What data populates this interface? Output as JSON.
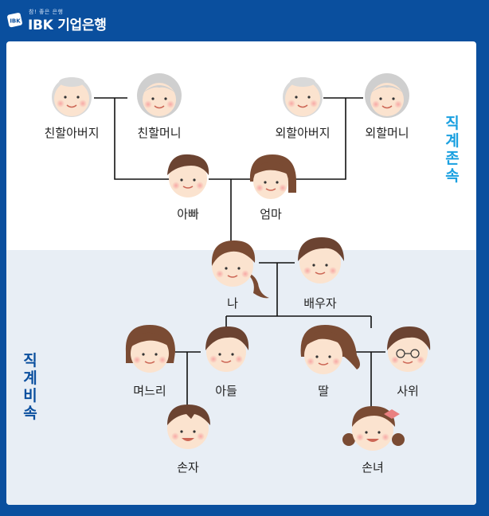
{
  "header": {
    "logo_small": "참! 좋은 은행",
    "logo_brand": "IBK",
    "logo_name": "기업은행",
    "logo_mark_text": "IBK"
  },
  "colors": {
    "background": "#0a4f9e",
    "panel": "#ffffff",
    "lower_panel": "#e8eef5",
    "ascendant_text": "#1aa0e0",
    "descendant_text": "#0a4f9e"
  },
  "section_labels": {
    "ascendants": [
      "직",
      "계",
      "존",
      "속"
    ],
    "descendants": [
      "직",
      "계",
      "비",
      "속"
    ]
  },
  "people": {
    "paternal_grandfather": "친할아버지",
    "paternal_grandmother": "친할머니",
    "maternal_grandfather": "외할아버지",
    "maternal_grandmother": "외할머니",
    "father": "아빠",
    "mother": "엄마",
    "me": "나",
    "spouse": "배우자",
    "daughter_in_law": "며느리",
    "son": "아들",
    "daughter": "딸",
    "son_in_law": "사위",
    "grandson": "손자",
    "granddaughter": "손녀"
  }
}
